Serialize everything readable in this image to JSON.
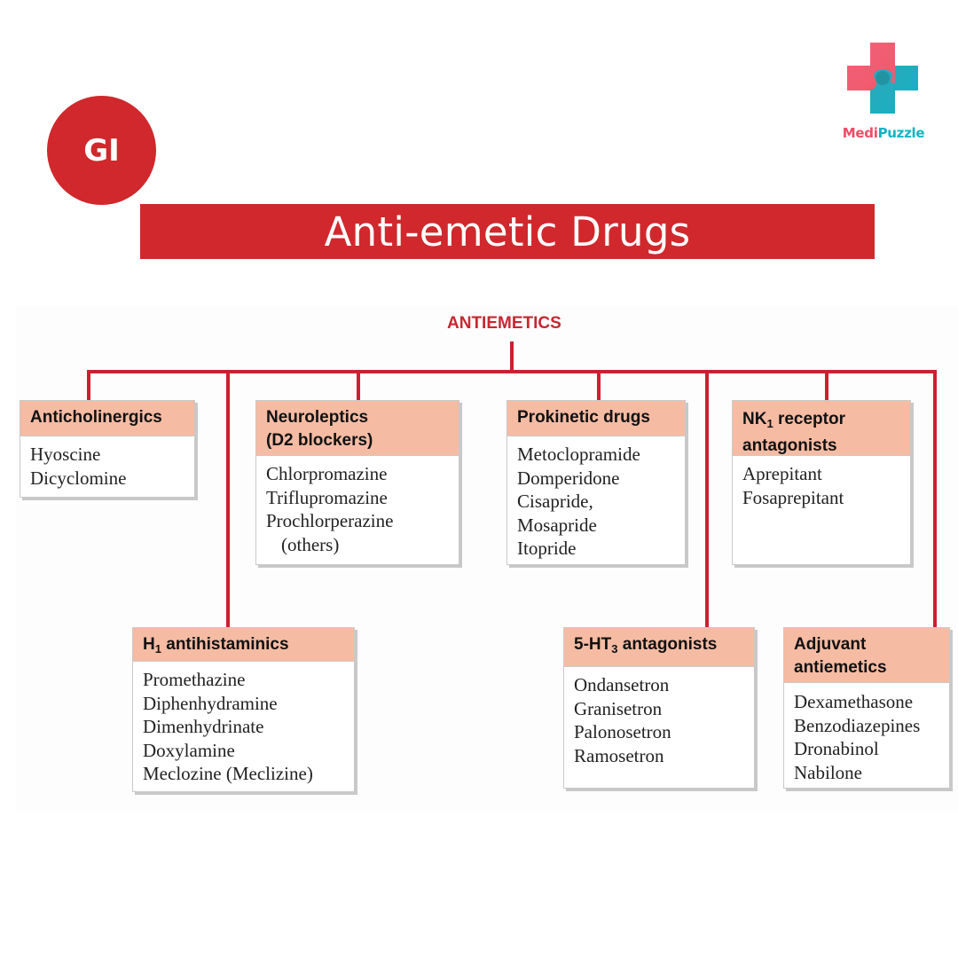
{
  "badge": {
    "label": "GI",
    "color": "#d0282c"
  },
  "logo": {
    "name_part1": "Medi",
    "name_part2": "Puzzle",
    "icon": "puzzle-cross-icon",
    "colors": [
      "#ef4b67",
      "#12b3c4"
    ]
  },
  "title": "Anti-emetic Drugs",
  "diagram": {
    "root": "ANTIEMETICS",
    "categories": [
      {
        "head_a": "Anticholinergics",
        "head_b": "",
        "drugs": [
          "Hyoscine",
          "Dicyclomine"
        ]
      },
      {
        "head_a": "Neuroleptics",
        "head_b": "(D2 blockers)",
        "drugs": [
          "Chlorpromazine",
          "Triflupromazine",
          "Prochlorperazine",
          "(others)"
        ]
      },
      {
        "head_a": "Prokinetic drugs",
        "head_b": "",
        "drugs": [
          "Metoclopramide",
          "Domperidone",
          "Cisapride,",
          "Mosapride",
          "Itopride"
        ]
      },
      {
        "head_a": "NK",
        "head_sub": "1",
        "head_a2": " receptor",
        "head_b": "antagonists",
        "drugs": [
          "Aprepitant",
          "Fosaprepitant"
        ]
      },
      {
        "head_a": "H",
        "head_sub": "1",
        "head_a2": " antihistaminics",
        "drugs": [
          "Promethazine",
          "Diphenhydramine",
          "Dimenhydrinate",
          "Doxylamine",
          "Meclozine (Meclizine)"
        ]
      },
      {
        "head_a": "5-HT",
        "head_sub": "3",
        "head_a2": " antagonists",
        "drugs": [
          "Ondansetron",
          "Granisetron",
          "Palonosetron",
          "Ramosetron"
        ]
      },
      {
        "head_a": "Adjuvant",
        "head_b": "antiemetics",
        "drugs": [
          "Dexamethasone",
          "Benzodiazepines",
          "Dronabinol",
          "Nabilone"
        ]
      }
    ],
    "accent": "#cc2030",
    "head_fill": "#f6bba3"
  }
}
